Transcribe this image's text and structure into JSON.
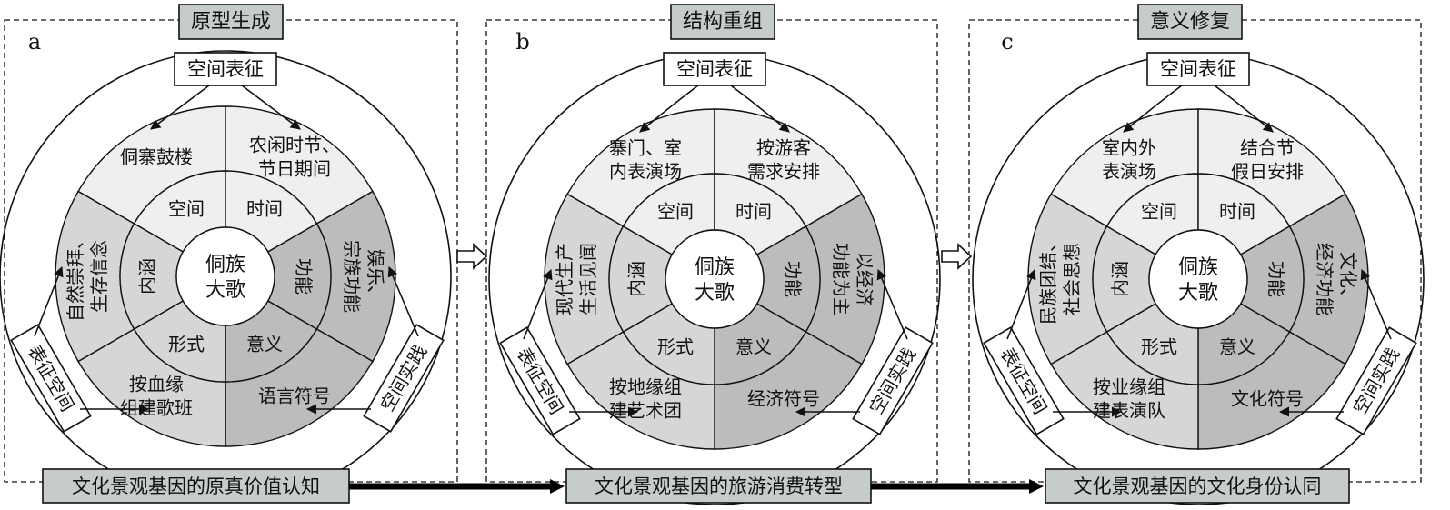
{
  "colors": {
    "sector_light": "#efefef",
    "sector_mid": "#d6d6d6",
    "sector_dark": "#bcbcbc",
    "label_box": "#c6cccb",
    "stroke": "#111111"
  },
  "inner_labels": {
    "center_line1": "侗族",
    "center_line2": "大歌",
    "space": "空间",
    "time": "时间",
    "function": "功能",
    "meaning": "意义",
    "form": "形式",
    "connotation": "内涵"
  },
  "side_labels": {
    "top": "空间表征",
    "left": "表征空间",
    "right": "空间实践"
  },
  "panels": [
    {
      "letter": "a",
      "title": "原型生成",
      "bottom": "文化景观基因的原真价值认知",
      "outer": {
        "space": [
          "侗寨鼓楼"
        ],
        "time": [
          "农闲时节、",
          "节日期间"
        ],
        "function": [
          "娱乐、",
          "宗族功能"
        ],
        "meaning": [
          "语言符号"
        ],
        "form": [
          "按血缘",
          "组建歌班"
        ],
        "connotation": [
          "自然崇拜、",
          "生存信念"
        ]
      }
    },
    {
      "letter": "b",
      "title": "结构重组",
      "bottom": "文化景观基因的旅游消费转型",
      "outer": {
        "space": [
          "寨门、室",
          "内表演场"
        ],
        "time": [
          "按游客",
          "需求安排"
        ],
        "function": [
          "以经济",
          "功能为主"
        ],
        "meaning": [
          "经济符号"
        ],
        "form": [
          "按地缘组",
          "建艺术团"
        ],
        "connotation": [
          "现代生产",
          "生活见闻"
        ]
      }
    },
    {
      "letter": "c",
      "title": "意义修复",
      "bottom": "文化景观基因的文化身份认同",
      "outer": {
        "space": [
          "室内外",
          "表演场"
        ],
        "time": [
          "结合节",
          "假日安排"
        ],
        "function": [
          "文化、",
          "经济功能"
        ],
        "meaning": [
          "文化符号"
        ],
        "form": [
          "按业缘组",
          "建表演队"
        ],
        "connotation": [
          "民族团结、",
          "社会思想"
        ]
      }
    }
  ]
}
